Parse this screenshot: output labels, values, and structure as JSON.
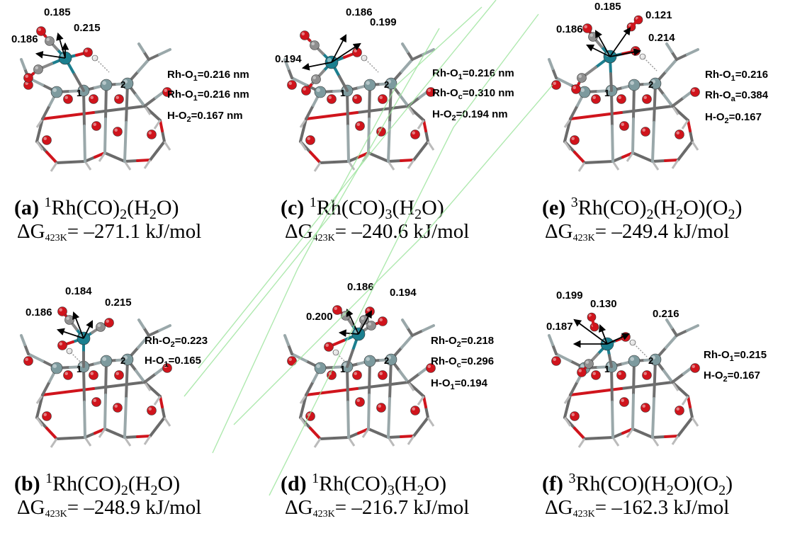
{
  "panels": [
    {
      "tag": "(a)",
      "spin": "1",
      "formula": [
        [
          "Rh(CO)",
          "2"
        ],
        [
          "(H",
          "2"
        ],
        [
          "O)",
          ""
        ]
      ],
      "dg_value": "= –271.1 kJ/mol",
      "bonds": [
        [
          "Rh-O",
          "1",
          "=0.216 nm"
        ],
        [
          "Rh-O",
          "1",
          "=0.216 nm"
        ],
        [
          "H-O",
          "2",
          "=0.167 nm"
        ]
      ],
      "dists": [
        "0.185",
        "0.215",
        "0.186"
      ],
      "variant": "a"
    },
    {
      "tag": "(c)",
      "spin": "1",
      "formula": [
        [
          "Rh(CO)",
          "3"
        ],
        [
          "(H",
          "2"
        ],
        [
          "O)",
          ""
        ]
      ],
      "dg_value": "= –240.6 kJ/mol",
      "bonds": [
        [
          "Rh-O",
          "1",
          "=0.216 nm"
        ],
        [
          "Rh-O",
          "c",
          "=0.310 nm"
        ],
        [
          "H-O",
          "2",
          "=0.194 nm"
        ]
      ],
      "dists": [
        "0.186",
        "0.199",
        "0.194"
      ],
      "variant": "c"
    },
    {
      "tag": "(e)",
      "spin": "3",
      "formula": [
        [
          "Rh(CO)",
          "2"
        ],
        [
          "(H",
          "2"
        ],
        [
          "O)(O",
          "2"
        ],
        [
          ")",
          ""
        ]
      ],
      "dg_value": "= –249.4 kJ/mol",
      "bonds": [
        [
          "Rh-O",
          "1",
          "=0.216"
        ],
        [
          "Rh-O",
          "a",
          "=0.384"
        ],
        [
          "H-O",
          "2",
          "=0.167"
        ]
      ],
      "dists": [
        "0.185",
        "0.121",
        "0.186",
        "0.214"
      ],
      "variant": "e"
    },
    {
      "tag": "(b)",
      "spin": "1",
      "formula": [
        [
          "Rh(CO)",
          "2"
        ],
        [
          "(H",
          "2"
        ],
        [
          "O)",
          ""
        ]
      ],
      "dg_value": "= –248.9 kJ/mol",
      "bonds": [
        [
          "Rh-O",
          "2",
          "=0.223"
        ],
        [
          "H-O",
          "1",
          "=0.165"
        ]
      ],
      "dists": [
        "0.184",
        "0.215",
        "0.186"
      ],
      "variant": "b"
    },
    {
      "tag": "(d)",
      "spin": "1",
      "formula": [
        [
          "Rh(CO)",
          "3"
        ],
        [
          "(H",
          "2"
        ],
        [
          "O)",
          ""
        ]
      ],
      "dg_value": "= –216.7 kJ/mol",
      "bonds": [
        [
          "Rh-O",
          "2",
          "=0.218"
        ],
        [
          "Rh-O",
          "c",
          "=0.296"
        ],
        [
          "H-O",
          "1",
          "=0.194"
        ]
      ],
      "dists": [
        "0.186",
        "0.194",
        "0.200"
      ],
      "variant": "d"
    },
    {
      "tag": "(f)",
      "spin": "3",
      "formula": [
        [
          "Rh(CO)(H",
          "2"
        ],
        [
          "O)(O",
          "2"
        ],
        [
          ")",
          ""
        ]
      ],
      "dg_value": "= –162.3 kJ/mol",
      "bonds": [
        [
          "Rh-O",
          "1",
          "=0.215"
        ],
        [
          "H-O",
          "2",
          "=0.167"
        ]
      ],
      "dists": [
        "0.130",
        "0.199",
        "0.216",
        "0.187"
      ],
      "variant": "f"
    }
  ],
  "dg_symbol": "ΔG",
  "dg_temp": "423K",
  "colors": {
    "rh": "#1b7f8f",
    "oxygen": "#d0141c",
    "carbon": "#8f8f8f",
    "ring_c": "#7d9a9e",
    "hydrogen": "#e6e6e6",
    "watermark": "#9be39b"
  }
}
